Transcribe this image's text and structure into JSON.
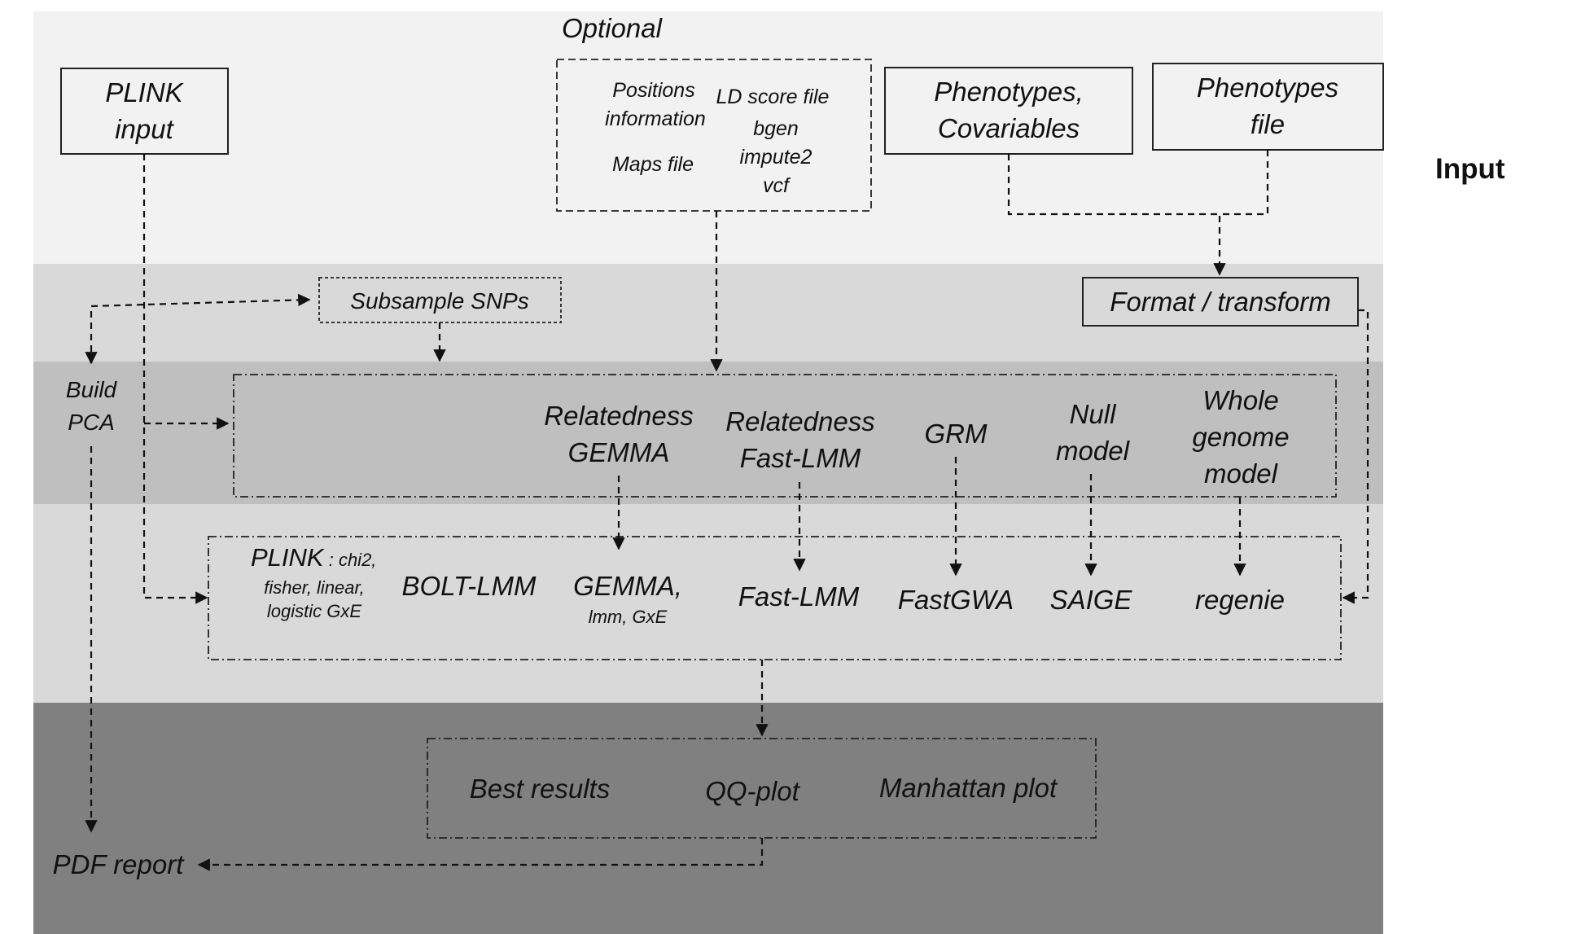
{
  "bands": {
    "input_label": "Input"
  },
  "optional_group": {
    "title": "Optional",
    "positions_line1": "Positions",
    "positions_line2": "information",
    "maps": "Maps file",
    "ld_score": "LD score file",
    "bgen": "bgen",
    "impute2": "impute2",
    "vcf": "vcf"
  },
  "inputs": {
    "plink_line1": "PLINK",
    "plink_line2": "input",
    "pheno_cov_line1": "Phenotypes,",
    "pheno_cov_line2": "Covariables",
    "pheno_file_line1": "Phenotypes",
    "pheno_file_line2": "file"
  },
  "preprocess": {
    "subsample": "Subsample SNPs",
    "format": "Format / transform",
    "build_pca_line1": "Build",
    "build_pca_line2": "PCA"
  },
  "models": {
    "rel_gemma_line1": "Relatedness",
    "rel_gemma_line2": "GEMMA",
    "rel_fastlmm_line1": "Relatedness",
    "rel_fastlmm_line2": "Fast-LMM",
    "grm": "GRM",
    "null_line1": "Null",
    "null_line2": "model",
    "wg_line1": "Whole",
    "wg_line2": "genome",
    "wg_line3": "model"
  },
  "tools": {
    "plink": "PLINK",
    "plink_detail1": " : chi2,",
    "plink_detail2": "fisher, linear,",
    "plink_detail3": "logistic GxE",
    "bolt": "BOLT-LMM",
    "gemma": "GEMMA,",
    "gemma_detail": "lmm, GxE",
    "fastlmm": "Fast-LMM",
    "fastgwa": "FastGWA",
    "saige": "SAIGE",
    "regenie": "regenie"
  },
  "outputs": {
    "best": "Best results",
    "qq": "QQ-plot",
    "manhattan": "Manhattan plot",
    "pdf": "PDF report"
  },
  "colors": {
    "band_input": "#f2f2f2",
    "band_preprocess": "#d9d9d9",
    "band_models": "#bfbfbf",
    "band_tools": "#d9d9d9",
    "band_output": "#808080",
    "line": "#111111"
  }
}
